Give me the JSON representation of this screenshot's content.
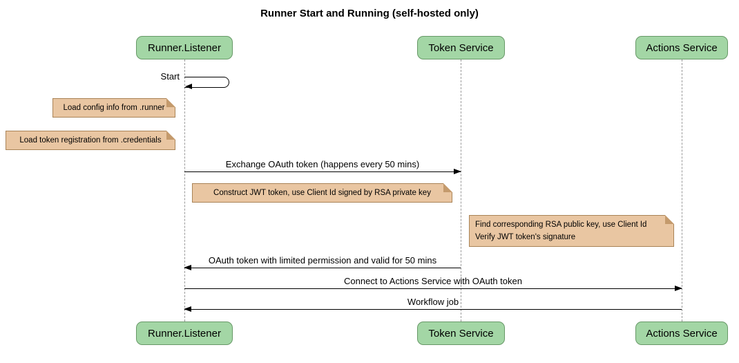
{
  "title": "Runner Start and Running (self-hosted only)",
  "participants": [
    {
      "name": "Runner.Listener"
    },
    {
      "name": "Token Service"
    },
    {
      "name": "Actions Service"
    }
  ],
  "messages": {
    "self_start": "Start",
    "exchange": "Exchange OAuth token (happens every 50 mins)",
    "oauth_return": "OAuth token with limited permission and valid for 50 mins",
    "connect": "Connect to Actions Service with OAuth token",
    "workflow": "Workflow job"
  },
  "notes": {
    "load_config": "Load config info from .runner",
    "load_credentials": "Load token registration from .credentials",
    "construct_jwt": "Construct JWT token, use Client Id signed by RSA private key",
    "verify_jwt": "Find corresponding RSA public key, use Client Id\nVerify JWT token's signature"
  },
  "colors": {
    "participant_fill": "#A3D6A5",
    "participant_border": "#679867",
    "note_fill": "#E9C6A2",
    "note_border": "#A98356",
    "note_fold": "#C49A6C",
    "lifeline": "#999999",
    "message_line": "#000000",
    "text": "#000000",
    "background": "#FFFFFF"
  }
}
